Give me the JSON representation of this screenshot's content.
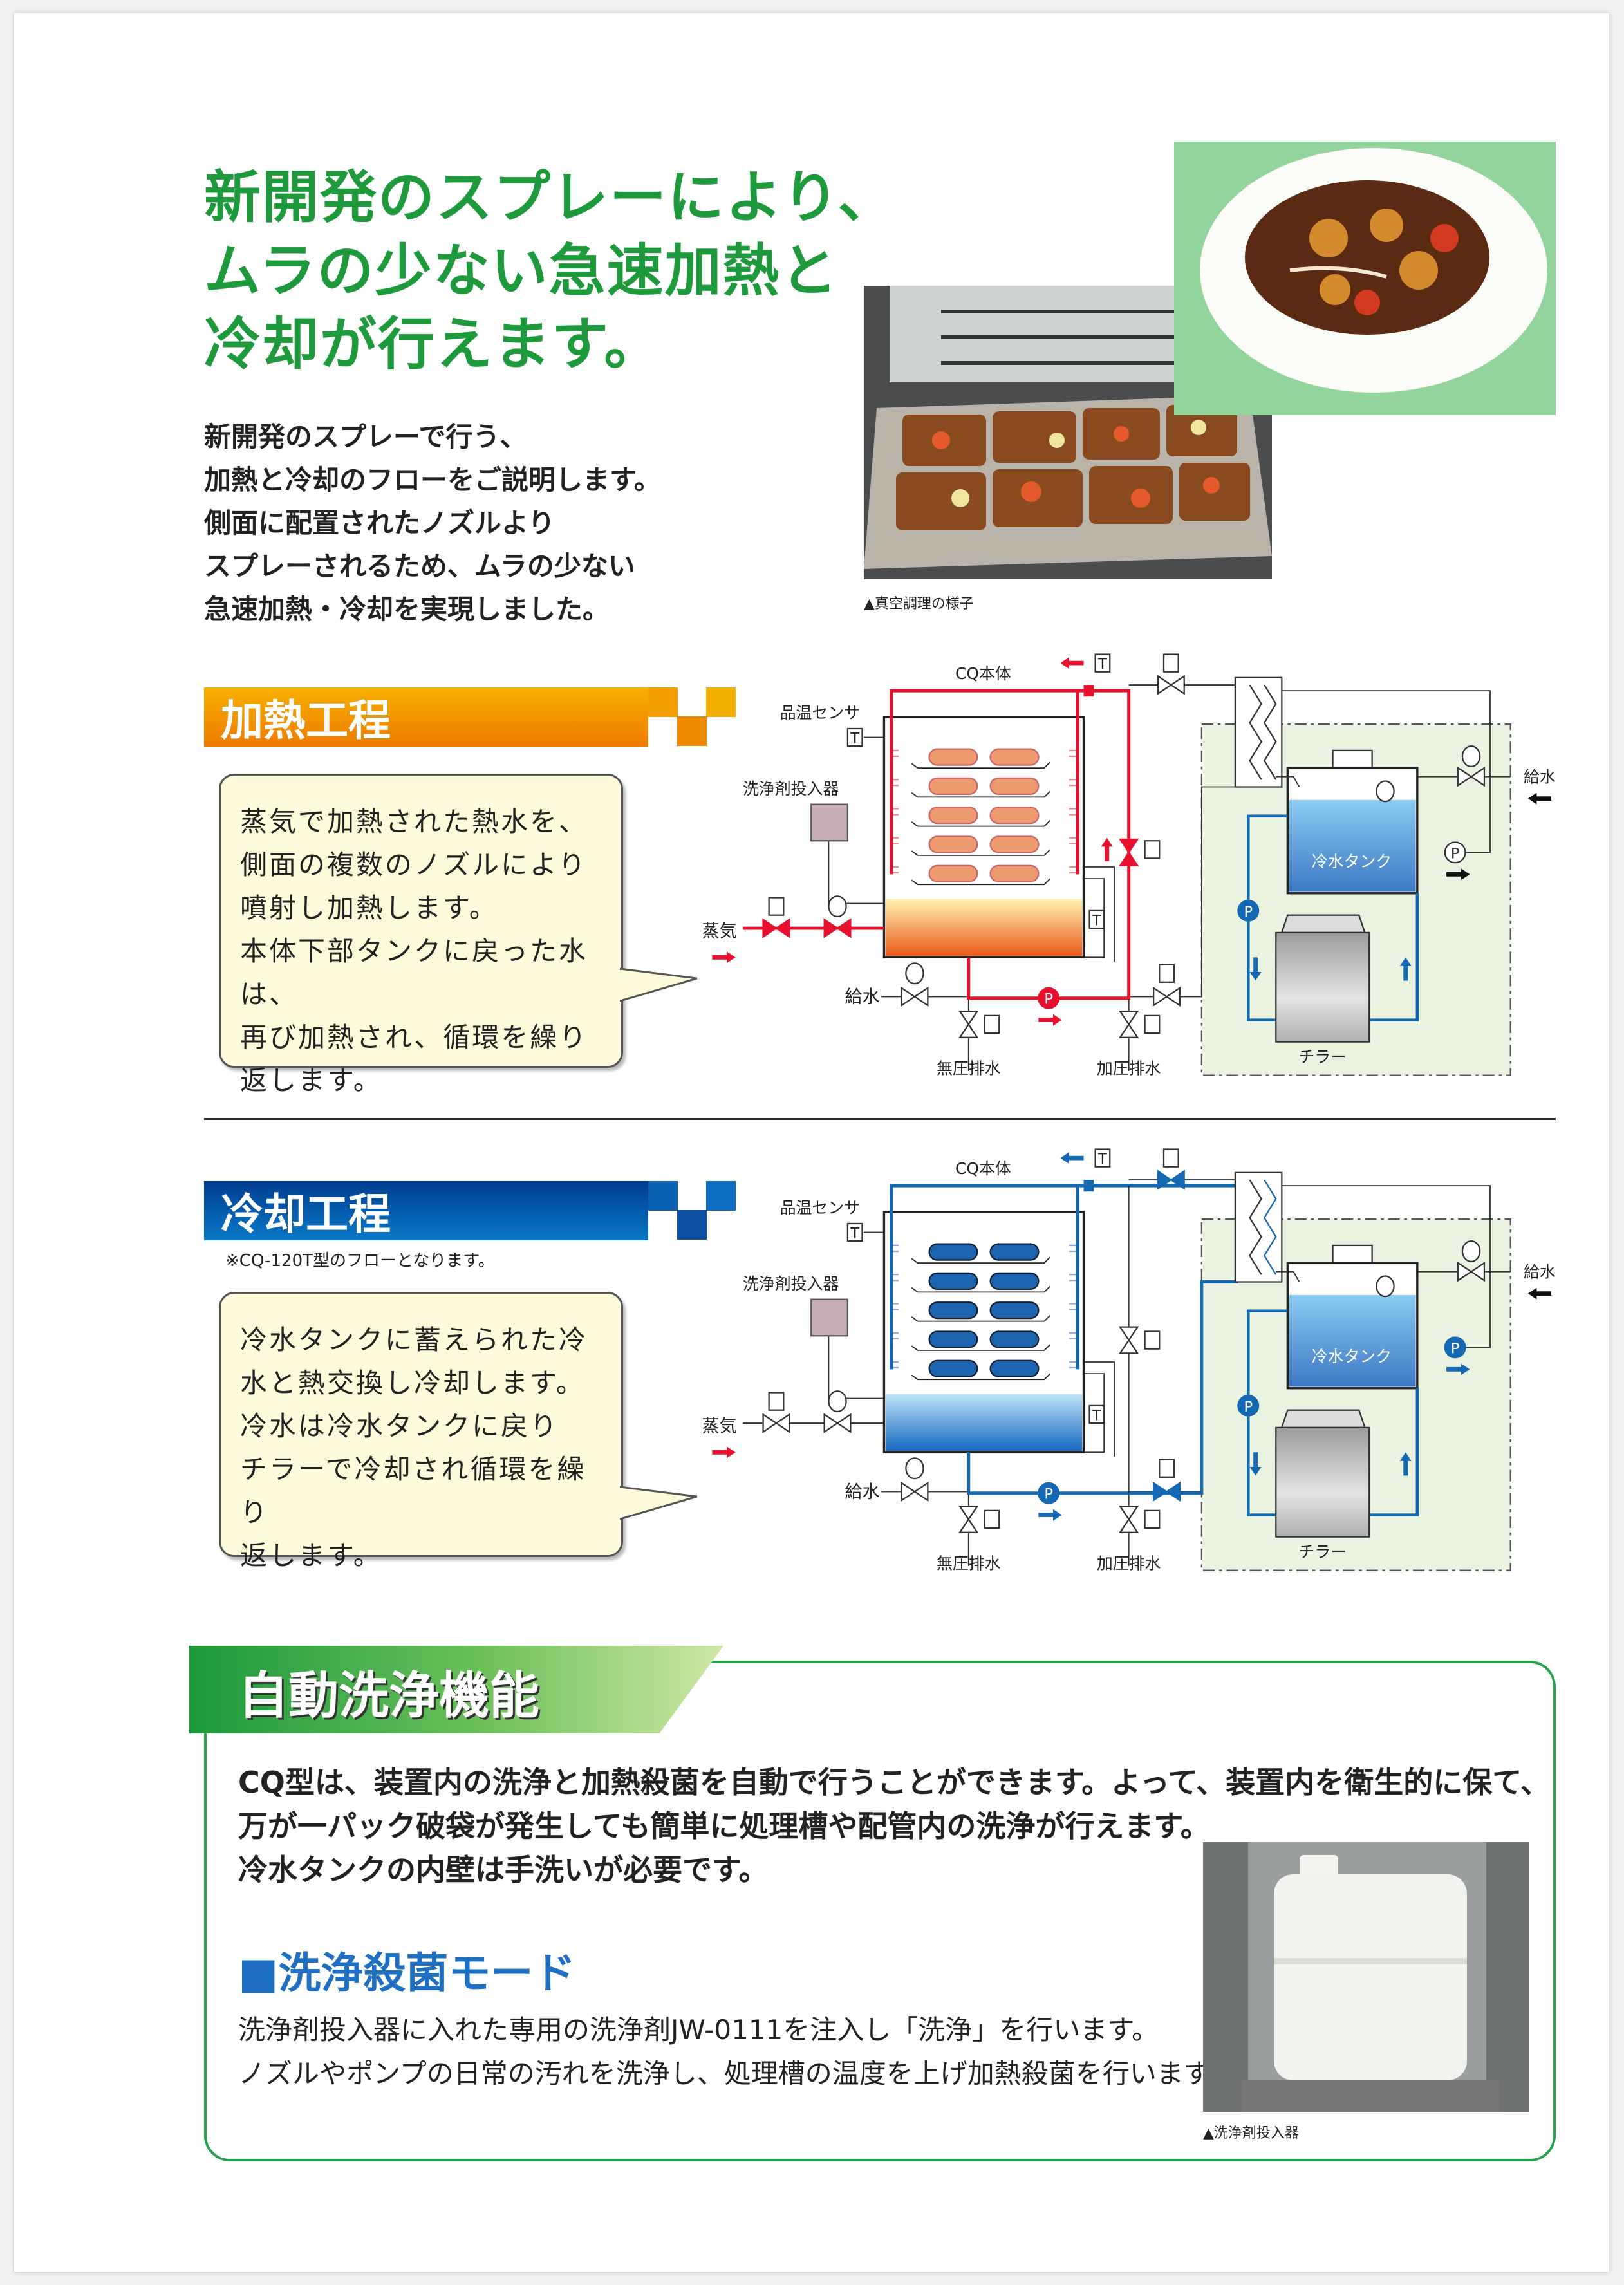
{
  "headline": [
    "新開発のスプレーにより、",
    "ムラの少ない急速加熱と",
    "冷却が行えます。"
  ],
  "intro": [
    "新開発のスプレーで行う、",
    "加熱と冷却のフローをご説明します。",
    "側面に配置されたノズルより",
    "スプレーされるため、ムラの少ない",
    "急速加熱・冷却を実現しました。"
  ],
  "tray_caption": "▲真空調理の様子",
  "heating": {
    "title": "加熱工程",
    "text": [
      "蒸気で加熱された熱水を、",
      "側面の複数のノズルにより",
      "噴射し加熱します。",
      "本体下部タンクに戻った水は、",
      "再び加熱され、循環を繰り",
      "返します。"
    ]
  },
  "cooling": {
    "title": "冷却工程",
    "note": "※CQ-120T型のフローとなります。",
    "text": [
      "冷水タンクに蓄えられた冷",
      "水と熱交換し冷却します。",
      "冷水は冷水タンクに戻り",
      "チラーで冷却され循環を繰り",
      "返します。"
    ]
  },
  "diagram": {
    "body": "CQ本体",
    "sensor": "品温センサ",
    "detergent": "洗浄剤投入器",
    "steam": "蒸気",
    "water_in": "給水",
    "drain_free": "無圧排水",
    "drain_press": "加圧排水",
    "tank": "冷水タンク",
    "chiller": "チラー",
    "t": "T",
    "p": "P"
  },
  "colors": {
    "heat": "#e8112d",
    "cool": "#1569b4",
    "green": "#1e9a3c"
  },
  "auto": {
    "title": "自動洗浄機能",
    "text": [
      "CQ型は、装置内の洗浄と加熱殺菌を自動で行うことができます。よって、装置内を衛生的に保て、",
      "万が一パック破袋が発生しても簡単に処理槽や配管内の洗浄が行えます。",
      "冷水タンクの内壁は手洗いが必要です。"
    ],
    "mode_title": "■洗浄殺菌モード",
    "mode_text": [
      "洗浄剤投入器に入れた専用の洗浄剤JW-0111を注入し「洗浄」を行います。",
      "ノズルやポンプの日常の汚れを洗浄し、処理槽の温度を上げ加熱殺菌を行います。"
    ],
    "photo_caption": "▲洗浄剤投入器"
  }
}
